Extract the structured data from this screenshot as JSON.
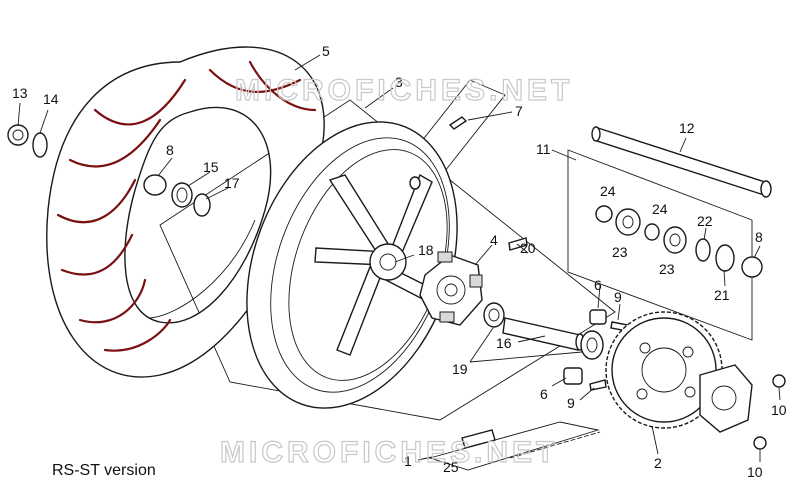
{
  "caption": "RS-ST version",
  "watermarks": [
    "MICROFICHES.NET",
    "MICROFICHES.NET"
  ],
  "callouts": [
    {
      "label": "1"
    },
    {
      "label": "2"
    },
    {
      "label": "3"
    },
    {
      "label": "4"
    },
    {
      "label": "5"
    },
    {
      "label": "6"
    },
    {
      "label": "6"
    },
    {
      "label": "7"
    },
    {
      "label": "8"
    },
    {
      "label": "8"
    },
    {
      "label": "9"
    },
    {
      "label": "9"
    },
    {
      "label": "10"
    },
    {
      "label": "10"
    },
    {
      "label": "11"
    },
    {
      "label": "12"
    },
    {
      "label": "13"
    },
    {
      "label": "14"
    },
    {
      "label": "15"
    },
    {
      "label": "16"
    },
    {
      "label": "17"
    },
    {
      "label": "18"
    },
    {
      "label": "19"
    },
    {
      "label": "20"
    },
    {
      "label": "21"
    },
    {
      "label": "22"
    },
    {
      "label": "23"
    },
    {
      "label": "23"
    },
    {
      "label": "24"
    },
    {
      "label": "24"
    },
    {
      "label": "25"
    }
  ]
}
